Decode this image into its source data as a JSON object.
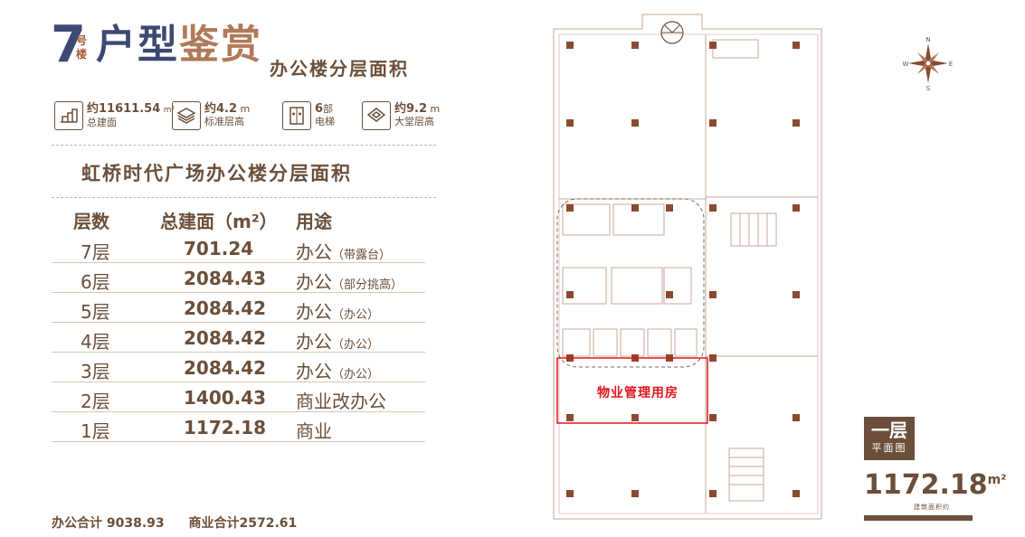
{
  "title": {
    "building_number": "7",
    "building_suffix_top": "号",
    "building_suffix_bottom": "楼",
    "main_a": "户型",
    "main_b": "鉴赏",
    "subtitle": "办公楼分层面积"
  },
  "stats": [
    {
      "icon": "building-area-icon",
      "value": "约11611.54",
      "unit": "m²",
      "label": "总建面"
    },
    {
      "icon": "layers-icon",
      "value": "约4.2",
      "unit": "m",
      "label": "标准层高"
    },
    {
      "icon": "elevator-icon",
      "value": "6",
      "unit": "部",
      "label": "电梯"
    },
    {
      "icon": "lobby-height-icon",
      "value": "约9.2",
      "unit": "m",
      "label": "大堂层高"
    }
  ],
  "section_title": "虹桥时代广场办公楼分层面积",
  "table": {
    "headers": [
      "层数",
      "总建面（m²）",
      "用途"
    ],
    "rows": [
      {
        "floor": "7层",
        "area": "701.24",
        "use": "办公",
        "note": "（带露台）"
      },
      {
        "floor": "6层",
        "area": "2084.43",
        "use": "办公",
        "note": "（部分挑高）"
      },
      {
        "floor": "5层",
        "area": "2084.42",
        "use": "办公",
        "note": "（办公）"
      },
      {
        "floor": "4层",
        "area": "2084.42",
        "use": "办公",
        "note": "（办公）"
      },
      {
        "floor": "3层",
        "area": "2084.42",
        "use": "办公",
        "note": "（办公）"
      },
      {
        "floor": "2层",
        "area": "1400.43",
        "use": "商业改办公",
        "note": ""
      },
      {
        "floor": "1层",
        "area": "1172.18",
        "use": "商业",
        "note": ""
      }
    ]
  },
  "totals": {
    "office": "办公合计 9038.93",
    "commercial": "商业合计2572.61"
  },
  "plan": {
    "highlight_label": "物业管理用房",
    "highlight_color": "#e0161b"
  },
  "compass": {
    "n": "N",
    "s": "S",
    "e": "E",
    "w": "W"
  },
  "floor_badge": {
    "floor": "一层",
    "caption": "平面图",
    "area_value": "1172.18",
    "area_unit": "m²",
    "area_caption": "建筑面积约"
  },
  "colors": {
    "brown": "#6b4f3a",
    "navy": "#3c4a73",
    "accent": "#b07a5a"
  }
}
